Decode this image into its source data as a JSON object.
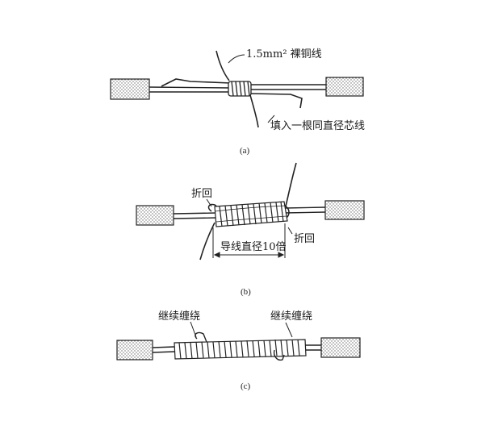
{
  "figure": {
    "panels": [
      {
        "id": "a",
        "caption": "(a)",
        "labels": {
          "bare_copper": "1.5mm² 裸铜线",
          "filler_core": "填入一根同直径芯线"
        }
      },
      {
        "id": "b",
        "caption": "(b)",
        "labels": {
          "fold_back_left": "折回",
          "fold_back_right": "折回",
          "length_note": "导线直径10倍"
        }
      },
      {
        "id": "c",
        "caption": "(c)",
        "labels": {
          "continue_left": "继续缠绕",
          "continue_right": "继续缠绕"
        }
      }
    ]
  }
}
